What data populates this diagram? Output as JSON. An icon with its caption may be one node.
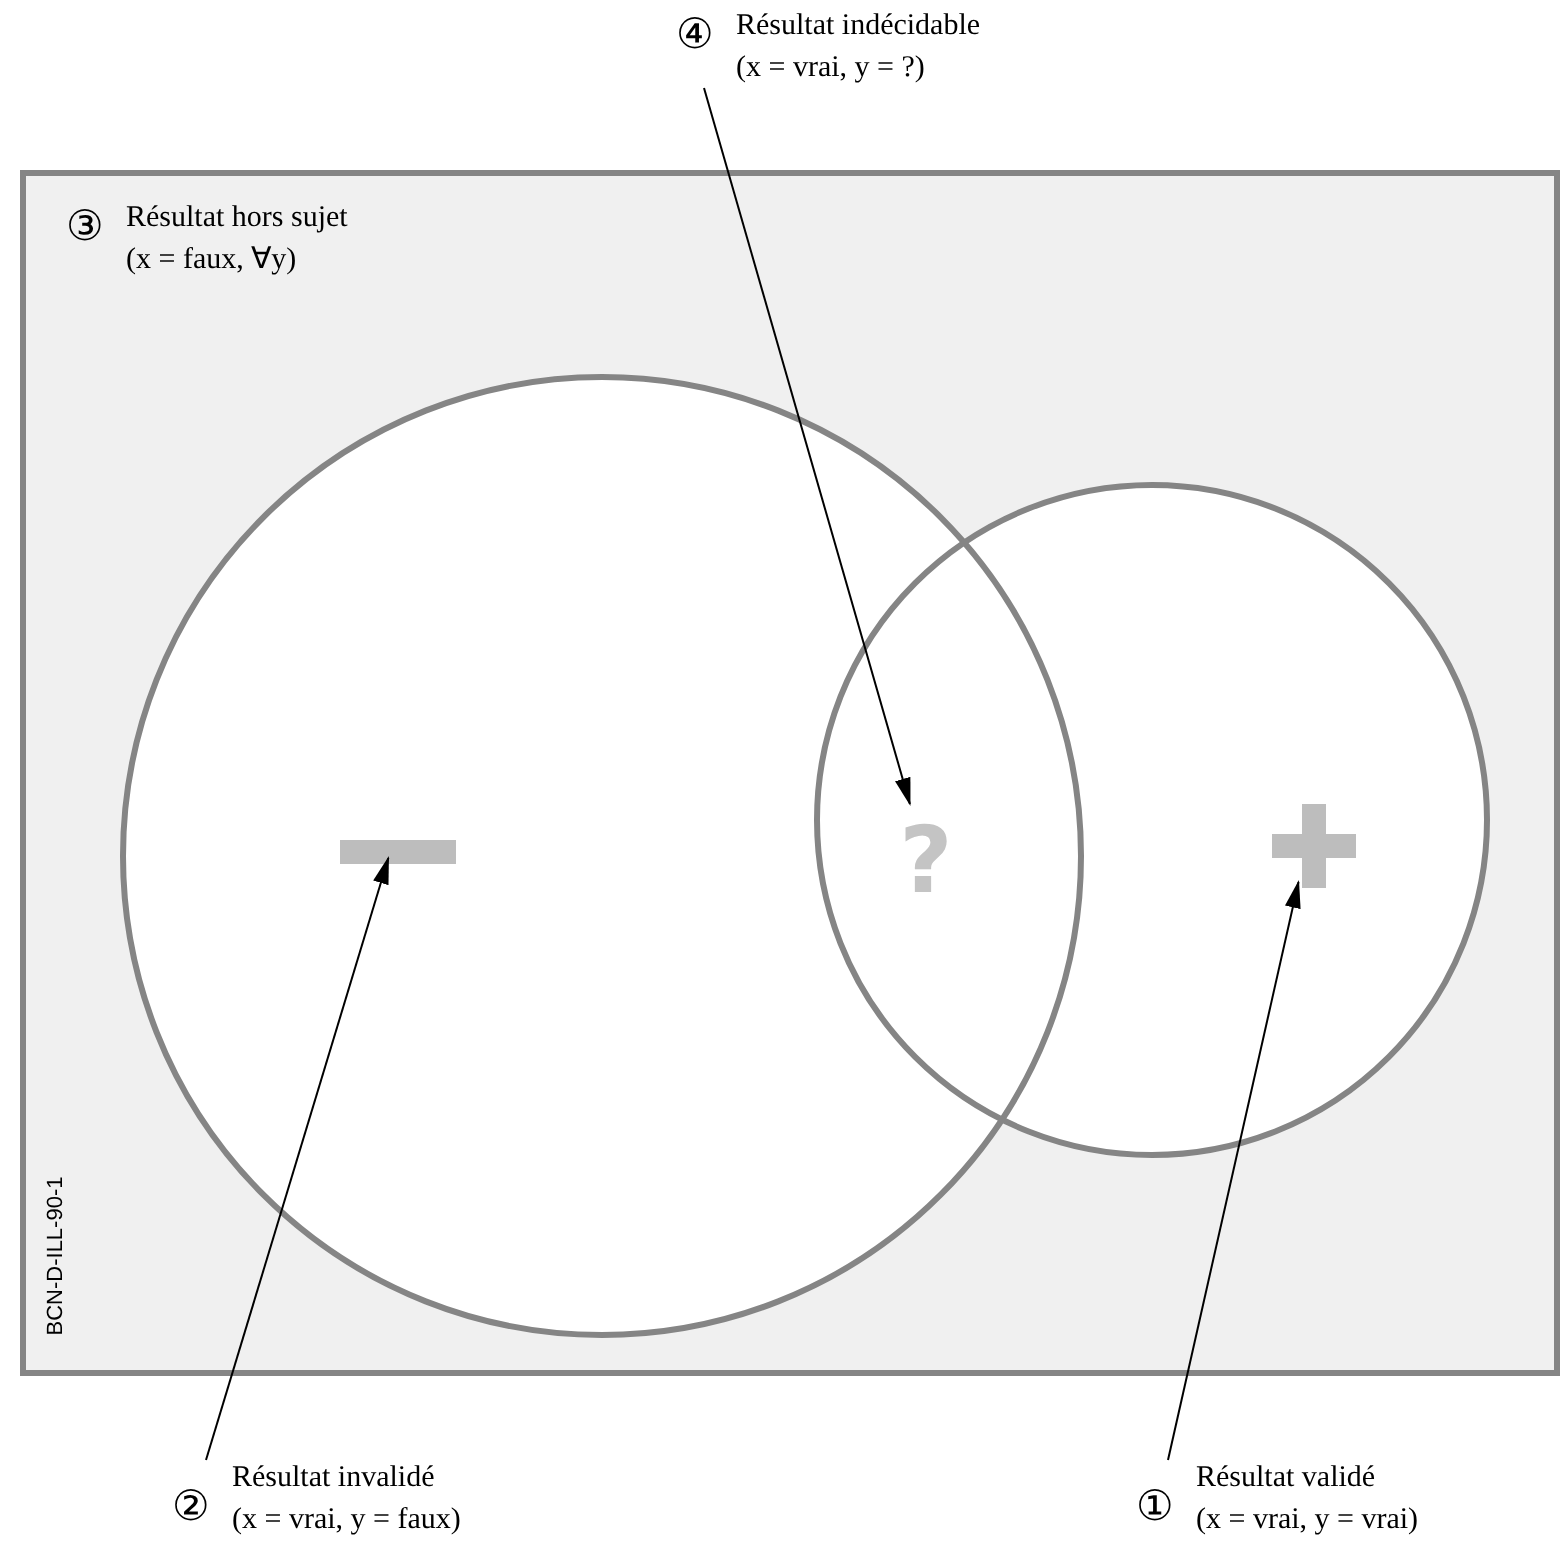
{
  "diagram": {
    "nodes": [
      {
        "text": [
          "③",
          "Résultat hors sujet",
          "(x = faux, ∀y)"
        ]
      },
      {
        "text": [],
        "shape": "circle",
        "in": 0
      },
      {
        "text": [],
        "shape": "circle",
        "in": 0
      },
      {
        "text": [],
        "shape": "bar",
        "in": 1
      },
      {
        "text": [
          "?"
        ]
      },
      {
        "text": [],
        "shape": "cross",
        "in": 2
      },
      {
        "text": [
          "④",
          "Résultat  indécidable",
          "(x = vrai, y = ?)"
        ]
      },
      {
        "text": [
          "②",
          "Résultat invalidé",
          "(x = vrai, y = faux)"
        ]
      },
      {
        "text": [
          "①",
          "Résultat validé",
          "(x = vrai, y = vrai)"
        ]
      }
    ],
    "edges": [
      {
        "from": 6,
        "to": 4,
        "arrow": "to"
      },
      {
        "from": 7,
        "to": 3,
        "arrow": "to"
      },
      {
        "from": 8,
        "to": 5,
        "arrow": "to"
      }
    ],
    "labels": [
      "BCN-D-ILL-90-1"
    ]
  }
}
